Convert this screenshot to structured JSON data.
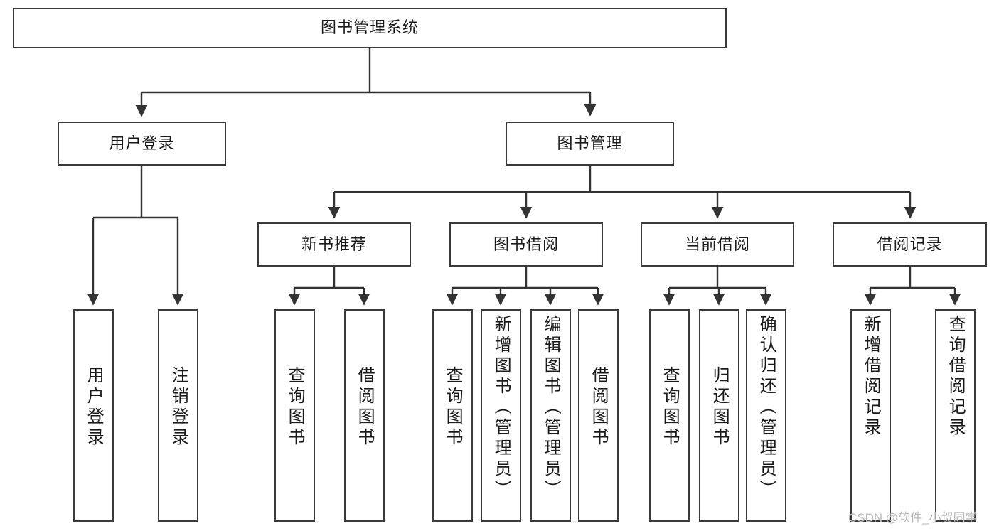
{
  "diagram": {
    "type": "tree-hierarchy",
    "title": "图书管理系统",
    "watermark": "CSDN @软件_小贺同学",
    "colors": {
      "box_border": "#3a3a3a",
      "box_fill": "#ffffff",
      "edge": "#333333",
      "text": "#1a1a1a",
      "watermark": "#b9b9b9",
      "background": "#ffffff"
    },
    "levels": [
      {
        "level": 0,
        "nodes": [
          {
            "id": "root",
            "label": "图书管理系统",
            "orientation": "horizontal"
          }
        ]
      },
      {
        "level": 1,
        "nodes": [
          {
            "id": "login",
            "label": "用户登录",
            "orientation": "horizontal"
          },
          {
            "id": "bookmgmt",
            "label": "图书管理",
            "orientation": "horizontal"
          }
        ]
      },
      {
        "level": 2,
        "nodes": [
          {
            "id": "newbook",
            "label": "新书推荐",
            "orientation": "horizontal"
          },
          {
            "id": "borrow",
            "label": "图书借阅",
            "orientation": "horizontal"
          },
          {
            "id": "current",
            "label": "当前借阅",
            "orientation": "horizontal"
          },
          {
            "id": "records",
            "label": "借阅记录",
            "orientation": "horizontal"
          }
        ]
      },
      {
        "level": 3,
        "nodes": [
          {
            "id": "leaf1",
            "parent": "login",
            "label": "用户登录",
            "orientation": "vertical"
          },
          {
            "id": "leaf2",
            "parent": "login",
            "label": "注销登录",
            "orientation": "vertical"
          },
          {
            "id": "leaf3",
            "parent": "newbook",
            "label": "查询图书",
            "orientation": "vertical"
          },
          {
            "id": "leaf4",
            "parent": "newbook",
            "label": "借阅图书",
            "orientation": "vertical"
          },
          {
            "id": "leaf5",
            "parent": "borrow",
            "label": "查询图书",
            "orientation": "vertical"
          },
          {
            "id": "leaf6",
            "parent": "borrow",
            "label": "新增图书（管理员）",
            "orientation": "vertical"
          },
          {
            "id": "leaf7",
            "parent": "borrow",
            "label": "编辑图书（管理员）",
            "orientation": "vertical"
          },
          {
            "id": "leaf8",
            "parent": "borrow",
            "label": "借阅图书",
            "orientation": "vertical"
          },
          {
            "id": "leaf9",
            "parent": "current",
            "label": "查询图书",
            "orientation": "vertical"
          },
          {
            "id": "leaf10",
            "parent": "current",
            "label": "归还图书",
            "orientation": "vertical"
          },
          {
            "id": "leaf11",
            "parent": "current",
            "label": "确认归还（管理员）",
            "orientation": "vertical"
          },
          {
            "id": "leaf12",
            "parent": "records",
            "label": "新增借阅记录",
            "orientation": "vertical"
          },
          {
            "id": "leaf13",
            "parent": "records",
            "label": "查询借阅记录",
            "orientation": "vertical"
          }
        ]
      }
    ]
  }
}
